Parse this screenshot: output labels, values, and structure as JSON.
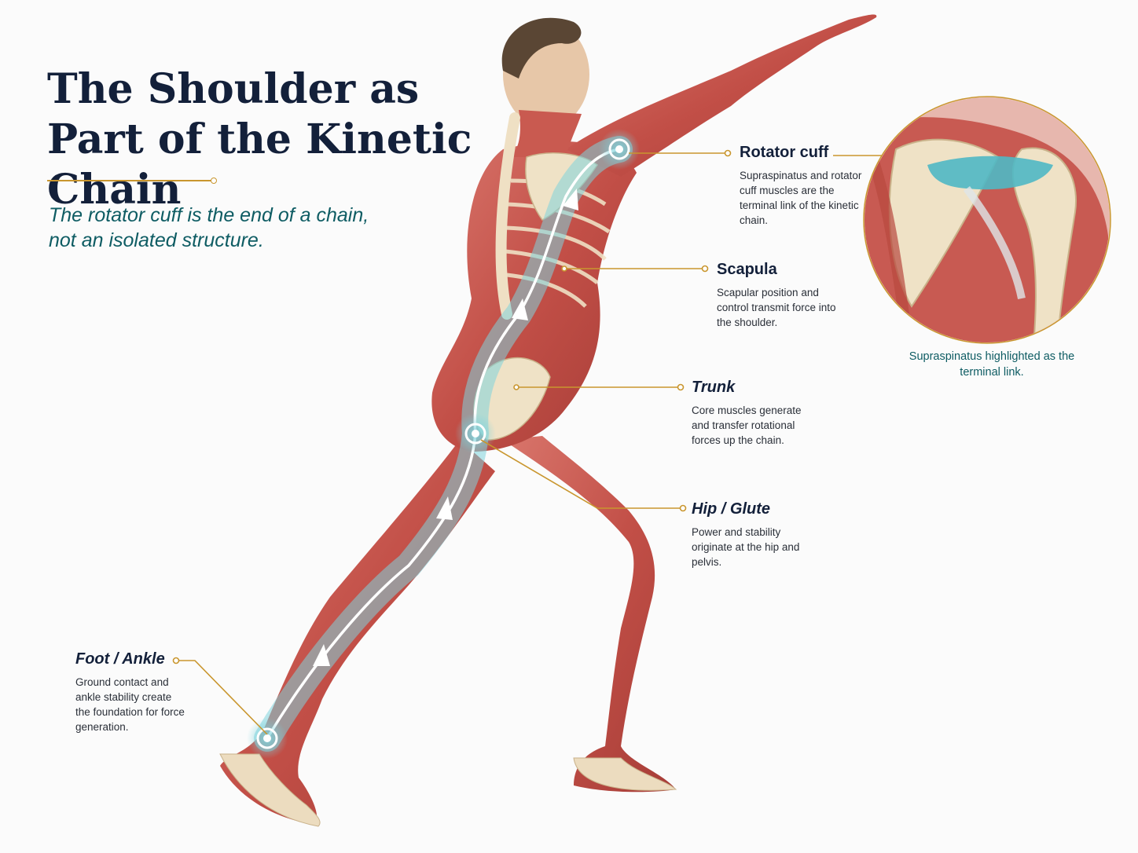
{
  "title": "The Shoulder as Part of the Kinetic Chain",
  "subtitle": "The rotator cuff is the end of a chain, not an isolated structure.",
  "colors": {
    "title": "#13203a",
    "accent_gold": "#c9962e",
    "teal": "#0e5c63",
    "chain_highlight": "#4fb8c4",
    "muscle": "#c9574f",
    "bone": "#ecdcbf"
  },
  "labels": [
    {
      "id": "rotator-cuff",
      "title": "Rotator cuff",
      "text": "Supraspinatus and rotator cuff muscles are the terminal link of the kinetic chain."
    },
    {
      "id": "scapula",
      "title": "Scapula",
      "text": "Scapular position and control transmit force into the shoulder."
    },
    {
      "id": "trunk",
      "title": "Trunk",
      "text": "Core muscles generate and transfer rotational forces up the chain."
    },
    {
      "id": "hip-glute",
      "title": "Hip / Glute",
      "text": "Power and stability originate at the hip and pelvis."
    },
    {
      "id": "foot-ankle",
      "title": "Foot / Ankle",
      "text": "Ground contact and ankle stability create the foundation for force generation."
    }
  ],
  "inset": {
    "caption": "Supraspinatus highlighted as the terminal link."
  }
}
